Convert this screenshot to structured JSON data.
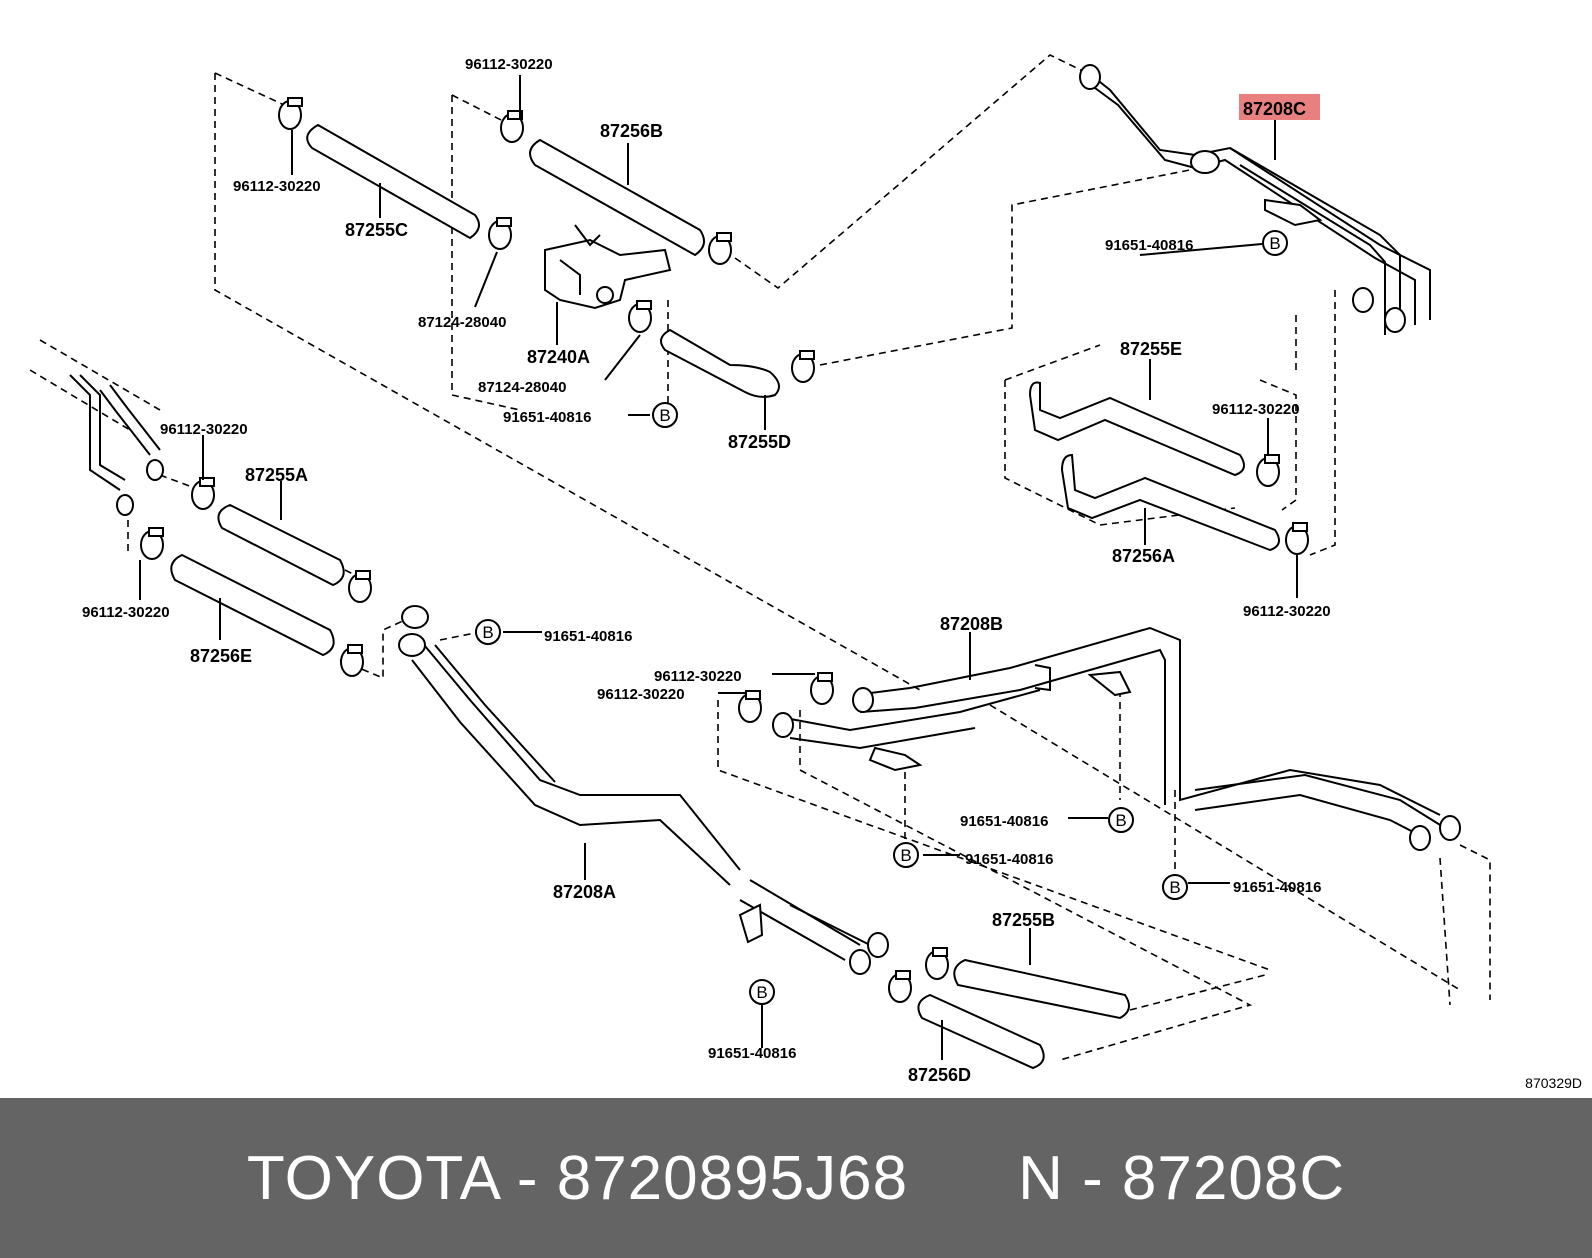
{
  "diagram": {
    "reference_code": "870329D",
    "highlight_color": "#e88080",
    "callout_symbol": "B",
    "labels": {
      "hose_87255c": "87255C",
      "hose_87256b": "87256B",
      "pipe_87208c": "87208C",
      "clamp_a": "96112-30220",
      "clamp_b": "96112-30220",
      "clamp_c": "96112-30220",
      "clamp_d": "96112-30220",
      "clamp_e": "96112-30220",
      "clamp_f": "96112-30220",
      "clamp_g": "96112-30220",
      "clamp_h": "96112-30220",
      "bolt_a": "91651-40816",
      "bolt_b": "91651-40816",
      "bolt_c": "91651-40816",
      "bolt_d": "91651-40816",
      "bolt_e": "91651-40816",
      "bolt_f": "91651-40816",
      "bolt_g": "91651-40816",
      "clip_a": "87124-28040",
      "clip_b": "87124-28040",
      "valve_87240a": "87240A",
      "hose_87255d": "87255D",
      "hose_87255e": "87255E",
      "hose_87256a": "87256A",
      "hose_87255a": "87255A",
      "hose_87256e": "87256E",
      "pipe_87208b": "87208B",
      "pipe_87208a": "87208A",
      "hose_87255b": "87255B",
      "hose_87256d": "87256D"
    }
  },
  "footer": {
    "brand_part": "TOYOTA - 8720895J68",
    "ref_part": "N - 87208C"
  }
}
